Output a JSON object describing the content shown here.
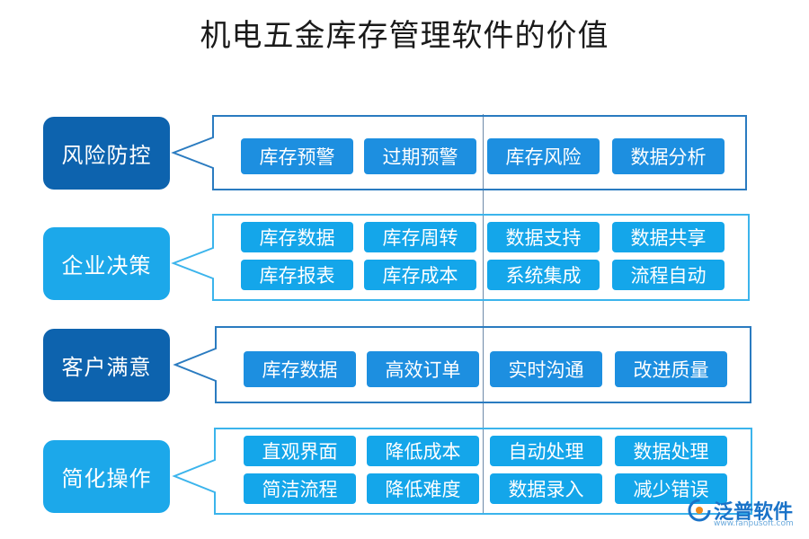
{
  "title": "机电五金库存管理软件的价值",
  "rows": [
    {
      "category": "风险防控",
      "items": [
        "库存预警",
        "过期预警",
        "库存风险",
        "数据分析"
      ]
    },
    {
      "category": "企业决策",
      "items": [
        "库存数据",
        "库存周转",
        "数据支持",
        "数据共享",
        "库存报表",
        "库存成本",
        "系统集成",
        "流程自动"
      ]
    },
    {
      "category": "客户满意",
      "items": [
        "库存数据",
        "高效订单",
        "实时沟通",
        "改进质量"
      ]
    },
    {
      "category": "简化操作",
      "items": [
        "直观界面",
        "降低成本",
        "自动处理",
        "数据处理",
        "简洁流程",
        "降低难度",
        "数据录入",
        "减少错误"
      ]
    }
  ],
  "watermark": {
    "brand": "泛普软件",
    "url": "www.fanpusoft.com"
  },
  "colors": {
    "dark": "#0d63ae",
    "light": "#1ca8ea",
    "chip_dark": "#1d8fe0",
    "chip_light": "#14a6ea",
    "outline_dark": "#2a7bc0",
    "outline_light": "#3bb4ec"
  }
}
